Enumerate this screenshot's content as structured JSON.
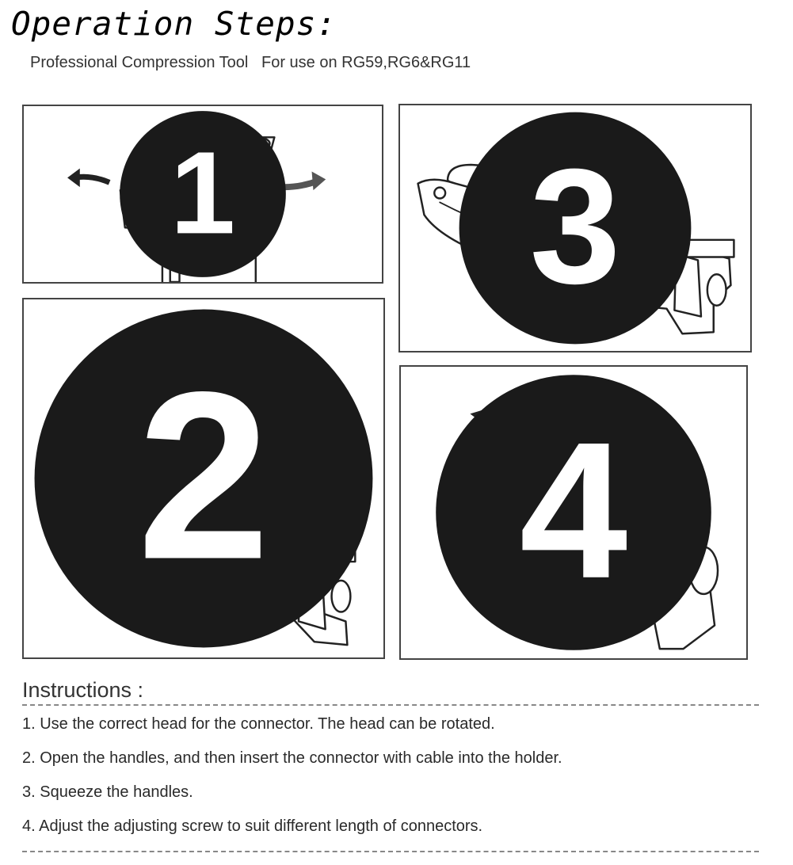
{
  "header": {
    "title": "Operation Steps:",
    "subtitle": "Professional Compression Tool   For use on RG59,RG6&RG11"
  },
  "steps": [
    {
      "number": "1"
    },
    {
      "number": "2"
    },
    {
      "number": "3"
    },
    {
      "number": "4"
    }
  ],
  "instructions": {
    "heading": "Instructions :",
    "items": [
      "1. Use the correct head for the connector. The head can be rotated.",
      "2. Open the handles, and then insert the connector with cable into the holder.",
      "3. Squeeze the handles.",
      "4. Adjust the adjusting screw to suit different length of connectors."
    ]
  },
  "icons": [
    "rotate-left-arrow-icon",
    "rotate-right-arrow-icon",
    "arrow-up-icon",
    "arrow-down-icon",
    "arrow-left-icon",
    "arrow-right-icon"
  ]
}
